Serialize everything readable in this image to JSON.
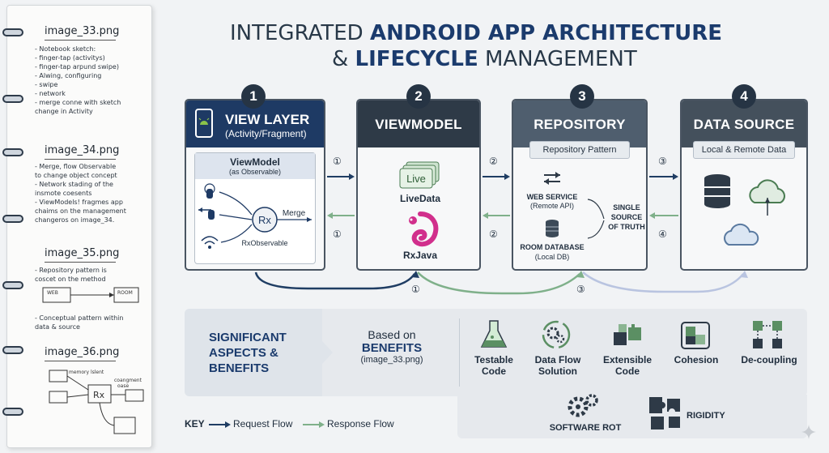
{
  "title": {
    "line1_plain": "INTEGRATED ",
    "line1_bold": "ANDROID APP ARCHITECTURE",
    "line2_plain_a": "& ",
    "line2_bold": "LIFECYCLE",
    "line2_plain_b": " MANAGEMENT"
  },
  "notebook": {
    "sections": [
      {
        "heading": "image_33.png",
        "notes": [
          "- Notebook sketch:",
          "  - finger-tap (activitys)",
          "  - finger-tap arpund swipe)",
          "- Alwing, configuring",
          "  - swipe",
          "  - network",
          "  - merge conne with sketch",
          "    change in Activity"
        ]
      },
      {
        "heading": "image_34.png",
        "notes": [
          "- Merge, flow Observable",
          "  to change object concept",
          "- Network stading of the",
          "  insmote coesents",
          "- ViewModels! fragmes app",
          "  chaims on the management",
          "  changeros on image_34."
        ]
      },
      {
        "heading": "image_35.png",
        "notes": [
          "- Repository pattern is",
          "  coscet on the method"
        ],
        "sketch_labels": [
          "WEB",
          "ROOM"
        ],
        "notes2": [
          "- Conceptual pattern within",
          "  data & source"
        ]
      },
      {
        "heading": "image_36.png",
        "sketch_labels": [
          "memory lslent",
          "Rx",
          "coangment",
          "oase"
        ]
      }
    ]
  },
  "columns": [
    {
      "number": "1",
      "title": "VIEW LAYER",
      "subtitle": "(Activity/Fragment)",
      "color": "#1e3a64"
    },
    {
      "number": "2",
      "title": "VIEWMODEL",
      "color": "#2e3a47"
    },
    {
      "number": "3",
      "title": "REPOSITORY",
      "pill": "Repository Pattern",
      "color": "#4f5e6e"
    },
    {
      "number": "4",
      "title": "DATA SOURCE",
      "pill": "Local & Remote Data",
      "color": "#44505c"
    }
  ],
  "view_layer": {
    "box_title": "ViewModel",
    "box_subtitle": "(as Observable)",
    "rx": "Rx",
    "merge": "Merge",
    "rx_observable": "RxObservable"
  },
  "viewmodel": {
    "live_badge": "Live",
    "livedata": "LiveData",
    "rxjava": "RxJava"
  },
  "repository": {
    "web_service": "WEB SERVICE",
    "web_service_sub": "(Remote API)",
    "room_db": "ROOM DATABASE",
    "room_db_sub": "(Local DB)",
    "single_source": [
      "SINGLE",
      "SOURCE",
      "OF TRUTH"
    ]
  },
  "flow_numbers": {
    "req_1": "①",
    "resp_1": "①",
    "req_2": "②",
    "resp_2": "②",
    "req_3": "③",
    "resp_4": "④",
    "bottom_1": "①",
    "bottom_3": "③"
  },
  "benefits": {
    "heading": [
      "SIGNIFICANT",
      "ASPECTS &",
      "BENEFITS"
    ],
    "based_on": "Based on",
    "benefits_word": "BENEFITS",
    "source": "(image_33.png)",
    "items": [
      {
        "label": [
          "Testable",
          "Code"
        ],
        "icon": "flask-icon"
      },
      {
        "label": [
          "Data Flow",
          "Solution"
        ],
        "icon": "gears-cycle-icon"
      },
      {
        "label": [
          "Extensible",
          "Code"
        ],
        "icon": "blocks-icon"
      },
      {
        "label": [
          "Cohesion"
        ],
        "icon": "cohesion-icon"
      },
      {
        "label": [
          "De-coupling"
        ],
        "icon": "decoupling-icon"
      }
    ],
    "software_rot": "SOFTWARE ROT",
    "rigidity": "RIGIDITY"
  },
  "key": {
    "label": "KEY",
    "request": "Request Flow",
    "response": "Response Flow"
  },
  "colors": {
    "request": "#1f3d63",
    "response": "#7fb08a",
    "response_light": "#b9c4e0",
    "accent_green": "#5b8f63",
    "rx_magenta": "#d12f8c"
  }
}
